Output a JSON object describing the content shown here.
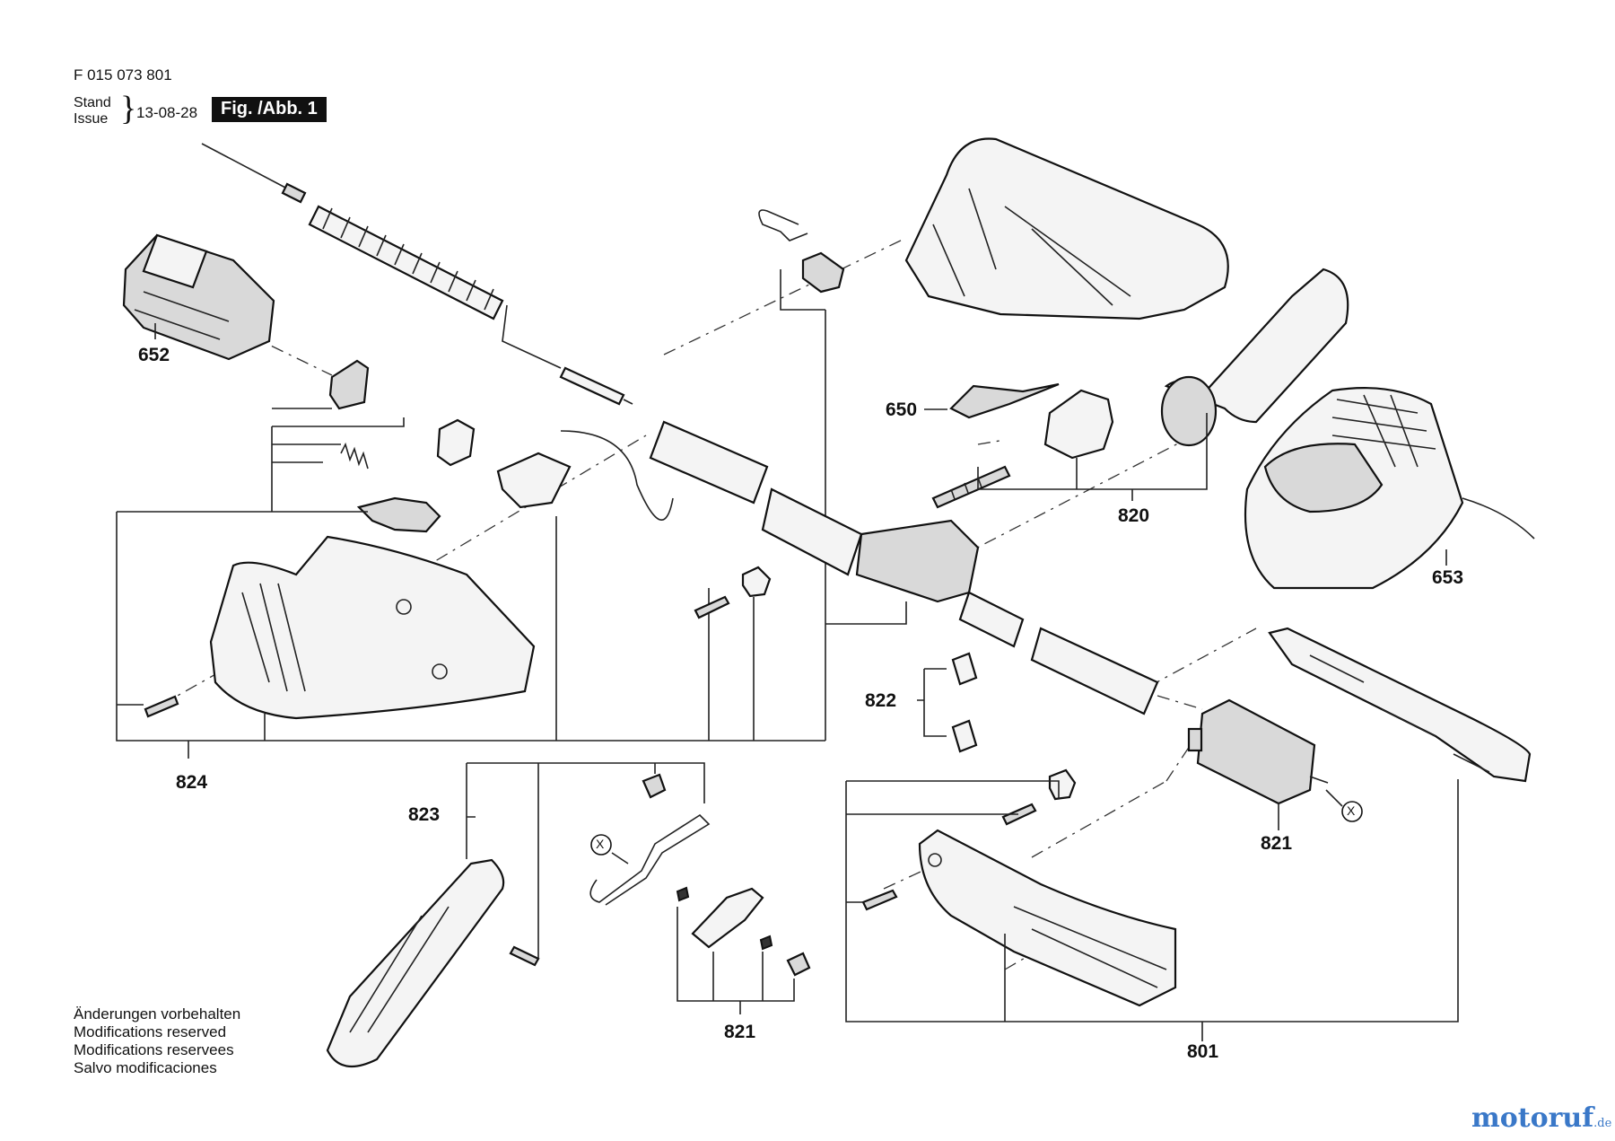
{
  "header": {
    "doc_number": "F 015 073 801",
    "stand_label": "Stand",
    "issue_label": "Issue",
    "date": "13-08-28",
    "fig_label": "Fig. /Abb. 1"
  },
  "callouts": {
    "c652": "652",
    "c824": "824",
    "c823": "823",
    "c821_center": "821",
    "c822": "822",
    "c650": "650",
    "c820": "820",
    "c653": "653",
    "c821_right": "821",
    "c801": "801"
  },
  "x_markers": {
    "left": "X",
    "right": "X"
  },
  "notes": [
    "Änderungen vorbehalten",
    "Modifications reserved",
    "Modifications reservees",
    "Salvo modificaciones"
  ],
  "watermark": {
    "brand": "motoruf",
    "tld": ".de"
  }
}
